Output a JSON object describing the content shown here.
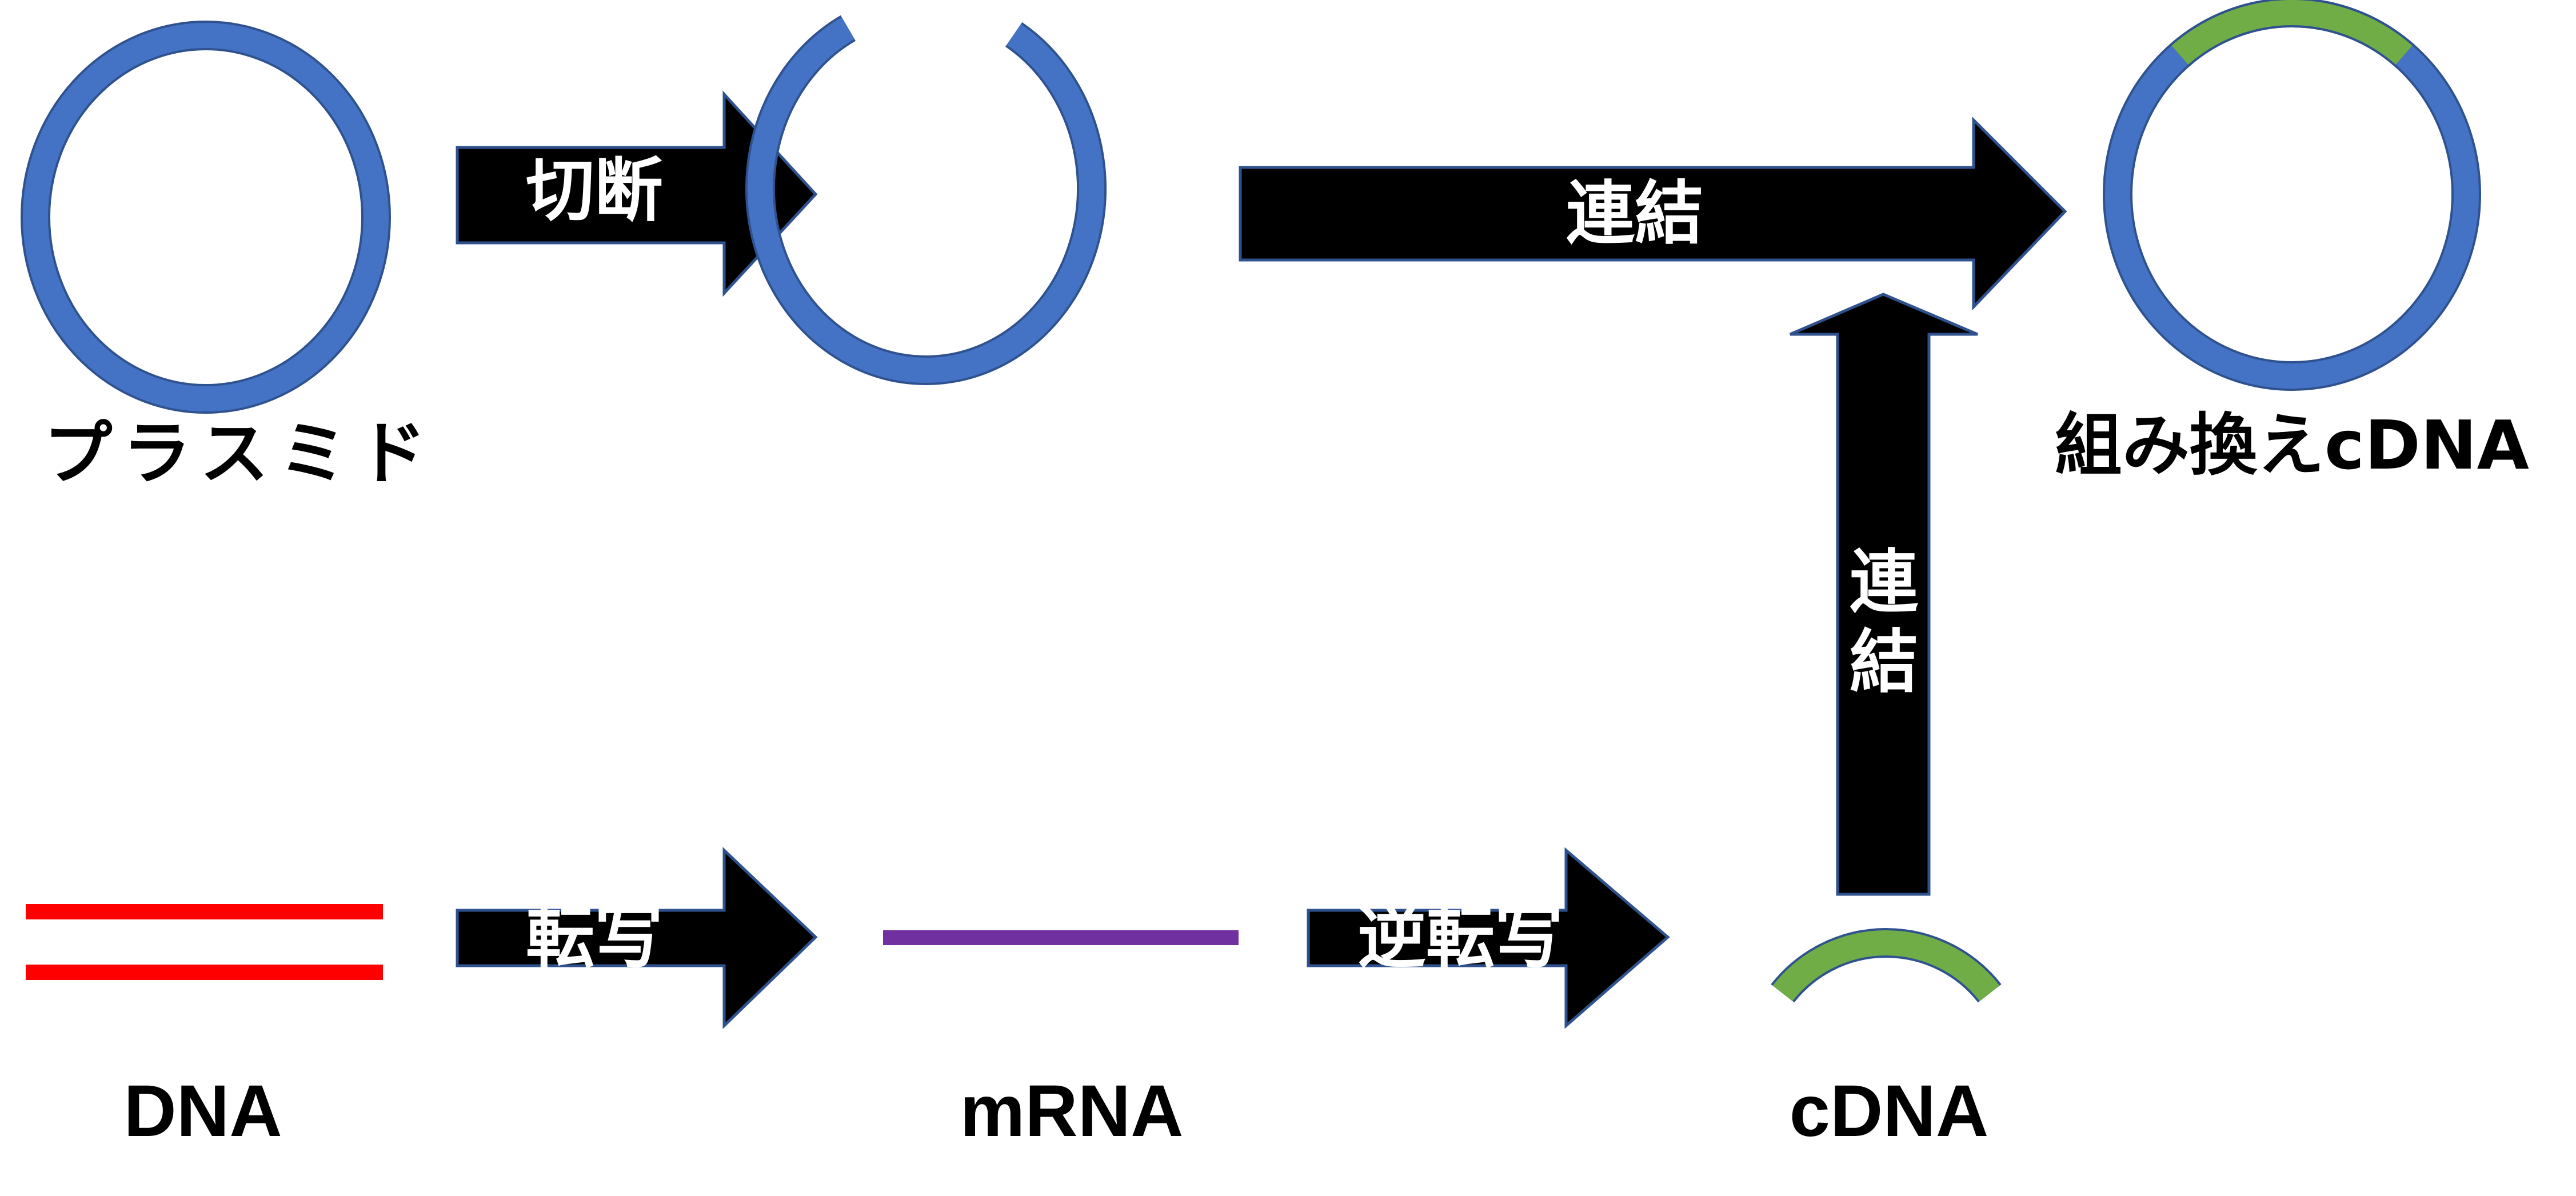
{
  "title": "Recombinant cDNA construction flow",
  "colors": {
    "plasmid": "#4472C4",
    "outline": "#2F528F",
    "cdna": "#70AD47",
    "dna": "#FF0000",
    "mrna": "#7030A0",
    "arrow_fill": "#000000",
    "arrow_text": "#FFFFFF",
    "label_text": "#000000"
  },
  "nodes": {
    "plasmid": {
      "label": "プラスミド"
    },
    "cut_plasmid": {
      "label": ""
    },
    "recombinant": {
      "label": "組み換えcDNA"
    },
    "dna": {
      "label": "DNA"
    },
    "mrna": {
      "label": "mRNA"
    },
    "cdna": {
      "label": "cDNA"
    }
  },
  "arrows": {
    "cut": {
      "label": "切断"
    },
    "ligate_horizontal": {
      "label": "連結"
    },
    "ligate_vertical": {
      "label_line1": "連",
      "label_line2": "結"
    },
    "transcription": {
      "label": "転写"
    },
    "reverse_transcription": {
      "label": "逆転写"
    }
  }
}
